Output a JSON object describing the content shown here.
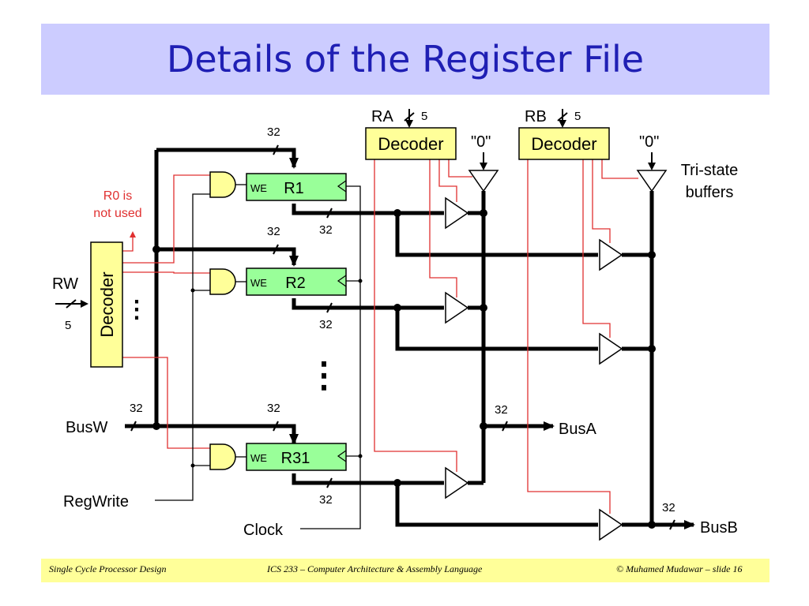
{
  "slide": {
    "title": "Details of the Register File",
    "footer_left": "Single Cycle Processor Design",
    "footer_center": "ICS 233 – Computer Architecture & Assembly Language",
    "footer_right": "© Muhamed Mudawar – slide 16"
  },
  "diagram": {
    "ra_label": "RA",
    "rb_label": "RB",
    "rw_label": "RW",
    "sel_width": "5",
    "bus_width": "32",
    "decoder_label": "Decoder",
    "zero_label": "\"0\"",
    "tristate_label_1": "Tri-state",
    "tristate_label_2": "buffers",
    "r0_note_1": "R0 is",
    "r0_note_2": "not used",
    "we_label": "WE",
    "registers": [
      "R1",
      "R2",
      "R31"
    ],
    "busw_label": "BusW",
    "busa_label": "BusA",
    "busb_label": "BusB",
    "regwrite_label": "RegWrite",
    "clock_label": "Clock",
    "vdots": "⋮",
    "colors": {
      "decoder_fill": "#ffff99",
      "register_fill": "#99ff99",
      "control_wire": "#e03030",
      "title_color": "#1f1fb4",
      "title_bar": "#ccccff",
      "footer_bar": "#ffff99"
    }
  }
}
